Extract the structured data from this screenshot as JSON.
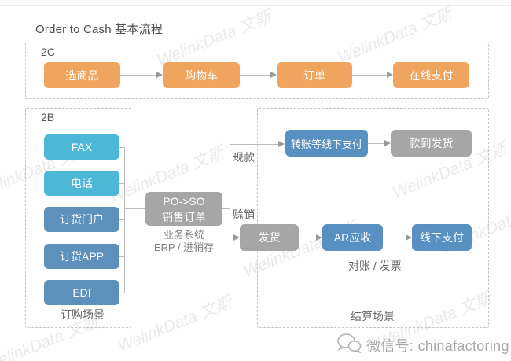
{
  "title": "Order to Cash 基本流程",
  "watermark": {
    "text": "WelinkData 文斯"
  },
  "flow_2c": {
    "label": "2C",
    "steps": [
      "选商品",
      "购物车",
      "订单",
      "在线支付"
    ]
  },
  "flow_2b": {
    "label": "2B",
    "caption": "订购场景",
    "channels": [
      "FAX",
      "电话",
      "订货门户",
      "订货APP",
      "EDI"
    ]
  },
  "erp": {
    "box_line1": "PO->SO",
    "box_line2": "销售订单",
    "caption_line1": "业务系统",
    "caption_line2": "ERP / 进销存"
  },
  "settlement": {
    "caption": "结算场景",
    "cash_label": "现款",
    "credit_label": "赊销",
    "recon_label": "对账 / 发票",
    "boxes": {
      "transfer": "转账等线下支付",
      "pay_then_ship": "款到发货",
      "ship": "发货",
      "ar": "AR应收",
      "offline_pay": "线下支付"
    }
  },
  "footer": {
    "wechat": "微信号: chinafactoring"
  },
  "colors": {
    "orange": "#f0a55e",
    "light_blue": "#4db7d7",
    "steel_blue": "#5d91bc",
    "pay_blue": "#5890c2",
    "gray_box": "#a6a6a6",
    "dashed_border": "#c6c6c6",
    "line": "#bcbcbc"
  }
}
